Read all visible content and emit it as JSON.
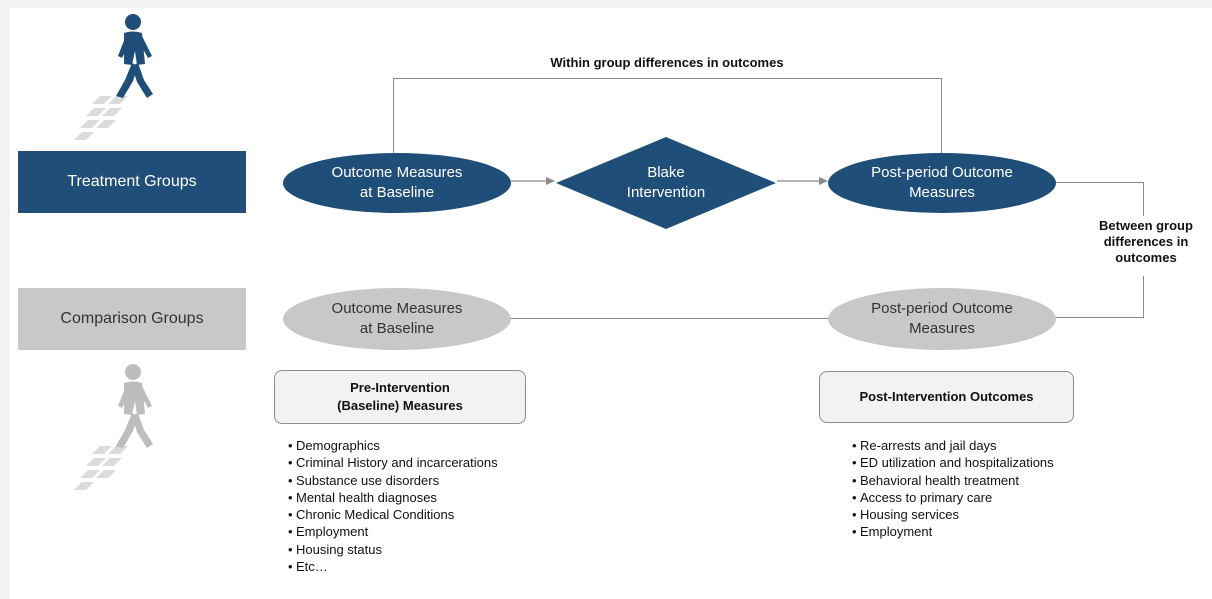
{
  "diagram": {
    "within_label": "Within group differences in outcomes",
    "between_label": [
      "Between group",
      "differences in",
      "outcomes"
    ],
    "groups": {
      "treatment": "Treatment Groups",
      "comparison": "Comparison Groups"
    },
    "treatment_row": {
      "baseline": [
        "Outcome Measures",
        "at Baseline"
      ],
      "intervention": [
        "Blake",
        "Intervention"
      ],
      "post": [
        "Post-period Outcome",
        "Measures"
      ]
    },
    "comparison_row": {
      "baseline": [
        "Outcome Measures",
        "at Baseline"
      ],
      "post": [
        "Post-period Outcome",
        "Measures"
      ]
    },
    "pre_box": [
      "Pre-Intervention",
      "(Baseline) Measures"
    ],
    "post_box": "Post-Intervention Outcomes",
    "pre_items": [
      "Demographics",
      "Criminal History and incarcerations",
      "Substance use disorders",
      "Mental health diagnoses",
      "Chronic Medical Conditions",
      "Employment",
      "Housing status",
      "Etc…"
    ],
    "post_items": [
      "Re-arrests and jail days",
      "ED utilization and hospitalizations",
      "Behavioral health treatment",
      "Access to primary care",
      "Housing services",
      "Employment"
    ],
    "icons": [
      "walking-person-icon",
      "walking-person-icon"
    ],
    "colors": {
      "treatment": "#1f4e79",
      "comparison": "#c8c8c8",
      "connector": "#8a8a8a",
      "box_fill": "#f2f2f2"
    }
  }
}
